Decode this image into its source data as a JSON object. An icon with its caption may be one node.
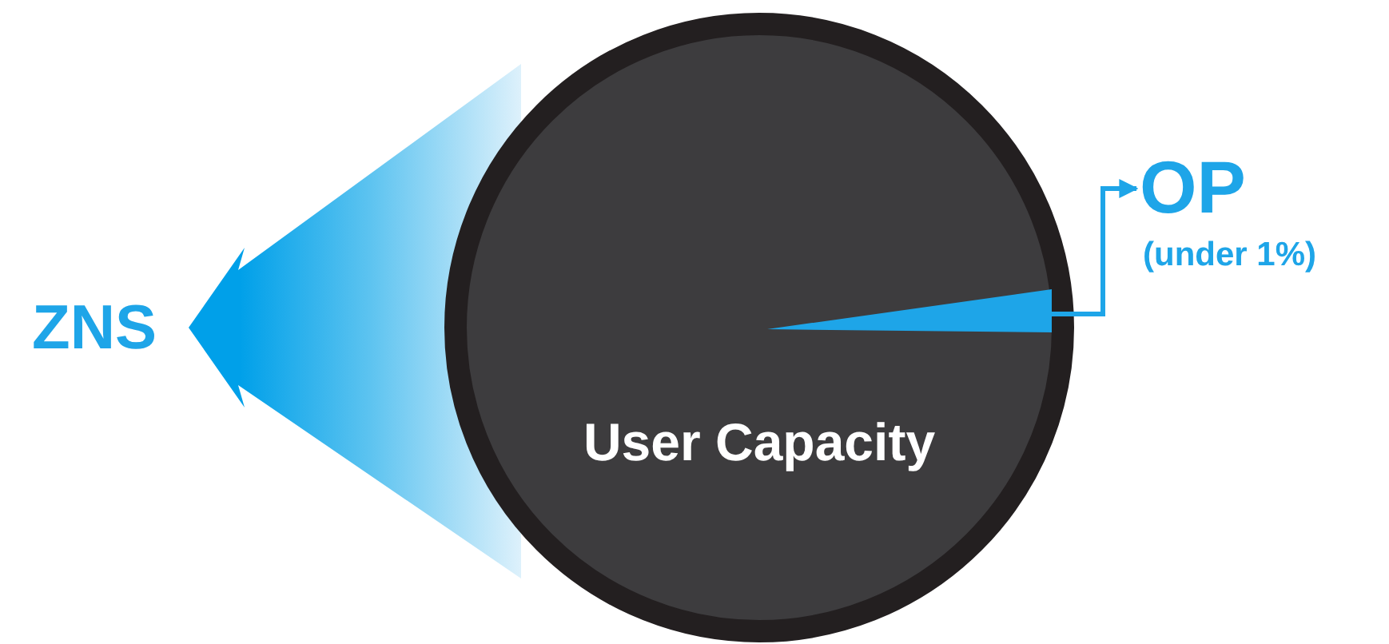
{
  "diagram": {
    "nodes": [
      {
        "text": [
          "ZNS"
        ]
      },
      {
        "text": [
          "User Capacity"
        ]
      },
      {
        "text": [],
        "shape": "wedge",
        "in": 1
      },
      {
        "text": [
          "OP",
          "(under 1%)"
        ]
      }
    ],
    "edges": [
      {
        "from": 1,
        "to": 0,
        "arrow": "to",
        "style": "thick"
      },
      {
        "from": 2,
        "to": 3,
        "arrow": "to"
      }
    ]
  }
}
